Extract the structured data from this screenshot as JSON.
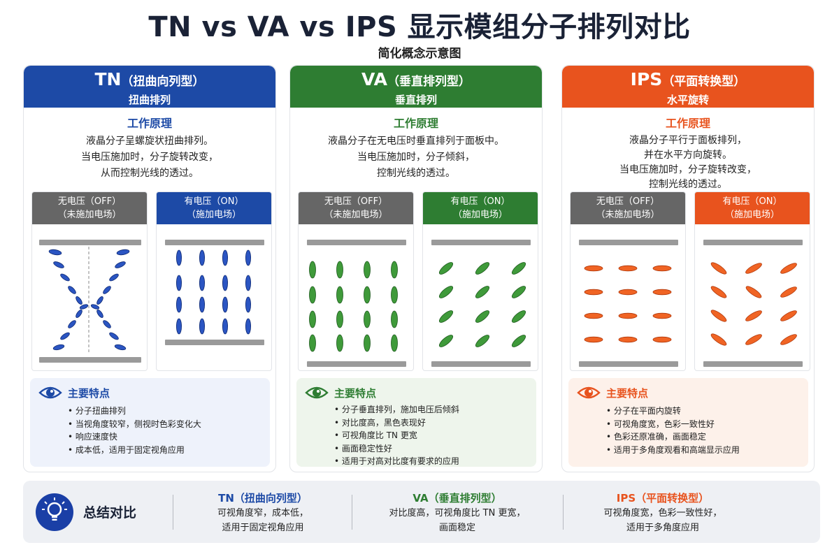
{
  "title": "TN vs VA vs IPS 显示模组分子排列对比",
  "subtitle": "简化概念示意图",
  "colors": {
    "tn": "#1d4aa6",
    "va": "#2e7d32",
    "ips": "#e8531e",
    "off_gray": "#666666"
  },
  "panels": [
    {
      "name": "TN",
      "paren": "（扭曲向列型）",
      "sub": "扭曲排列",
      "wp_title": "工作原理",
      "wp_lines": [
        "液晶分子呈螺旋状扭曲排列。",
        "当电压施加时，分子旋转改变，",
        "从而控制光线的透过。"
      ],
      "off_label": "无电压（OFF）",
      "off_sub": "（未施加电场）",
      "on_label": "有电压（ON）",
      "on_sub": "（施加电场）",
      "feat_icon": "eye-icon",
      "feat_title": "主要特点",
      "features": [
        "分子扭曲排列",
        "当视角度较窄，侧视时色彩变化大",
        "响应速度快",
        "成本低，适用于固定视角应用"
      ]
    },
    {
      "name": "VA",
      "paren": "（垂直排列型）",
      "sub": "垂直排列",
      "wp_title": "工作原理",
      "wp_lines": [
        "液晶分子在无电压时垂直排列于面板中。",
        "当电压施加时，分子倾斜，",
        "控制光线的透过。"
      ],
      "off_label": "无电压（OFF）",
      "off_sub": "（未施加电场）",
      "on_label": "有电压（ON）",
      "on_sub": "（施加电场）",
      "feat_icon": "eye-icon",
      "feat_title": "主要特点",
      "features": [
        "分子垂直排列，施加电压后倾斜",
        "对比度高，黑色表现好",
        "可视角度比 TN 更宽",
        "画面稳定性好",
        "适用于对高对比度有要求的应用"
      ]
    },
    {
      "name": "IPS",
      "paren": "（平面转换型）",
      "sub": "水平旋转",
      "wp_title": "工作原理",
      "wp_lines": [
        "液晶分子平行于面板排列，",
        "并在水平方向旋转。",
        "当电压施加时，分子旋转改变，",
        "控制光线的透过。"
      ],
      "off_label": "无电压（OFF）",
      "off_sub": "（未施加电场）",
      "on_label": "有电压（ON）",
      "on_sub": "（施加电场）",
      "feat_icon": "eye-icon",
      "feat_title": "主要特点",
      "features": [
        "分子在平面内旋转",
        "可视角度宽，色彩一致性好",
        "色彩还原准确，画面稳定",
        "适用于多角度观看和高端显示应用"
      ]
    }
  ],
  "summary": {
    "icon": "lightbulb-icon",
    "title": "总结对比",
    "cols": [
      {
        "title": "TN（扭曲向列型）",
        "lines": [
          "可视角度窄，成本低，",
          "适用于固定视角应用"
        ]
      },
      {
        "title": "VA（垂直排列型）",
        "lines": [
          "对比度高，可视角度比 TN 更宽，",
          "画面稳定"
        ]
      },
      {
        "title": "IPS（平面转换型）",
        "lines": [
          "可视角度宽，色彩一致性好，",
          "适用于多角度应用"
        ]
      }
    ]
  }
}
